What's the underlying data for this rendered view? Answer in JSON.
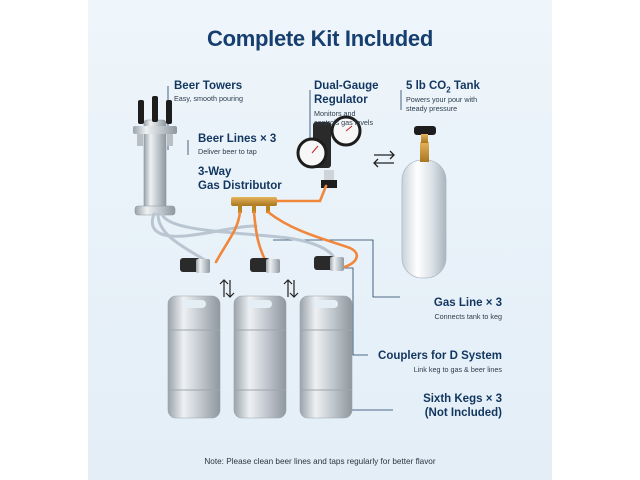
{
  "title": "Complete Kit Included",
  "labels": {
    "beer_towers": {
      "name": "Beer Towers",
      "desc": "Easy, smooth pouring"
    },
    "beer_lines": {
      "name": "Beer Lines × 3",
      "desc": "Deliver beer to tap"
    },
    "gas_distributor": {
      "name_line1": "3-Way",
      "name_line2": "Gas Distributor"
    },
    "regulator": {
      "name_line1": "Dual-Gauge",
      "name_line2": "Regulator",
      "desc_line1": "Monitors and",
      "desc_line2": "controls gas levels"
    },
    "co2_tank": {
      "name_prefix": "5 lb CO",
      "name_sub": "2",
      "name_suffix": " Tank",
      "desc_line1": "Powers your pour with",
      "desc_line2": "steady pressure"
    },
    "gas_line": {
      "name": "Gas Line × 3",
      "desc": "Connects tank to keg"
    },
    "couplers": {
      "name": "Couplers for D System",
      "desc": "Link keg to gas & beer lines"
    },
    "kegs": {
      "name_line1": "Sixth Kegs × 3",
      "name_line2": "(Not Included)"
    }
  },
  "note": "Note: Please clean beer lines and taps regularly for better flavor",
  "colors": {
    "background": "#e6f0f8",
    "title": "#163f6f",
    "gas_line": "#f0873a",
    "beer_line": "#b9c6d2",
    "callout_line": "#1f3e63"
  },
  "icons": [
    "beer-tower-icon",
    "regulator-icon",
    "co2-tank-icon",
    "gas-distributor-icon",
    "coupler-icon",
    "keg-icon",
    "swap-arrows-icon",
    "up-down-arrows-icon"
  ]
}
